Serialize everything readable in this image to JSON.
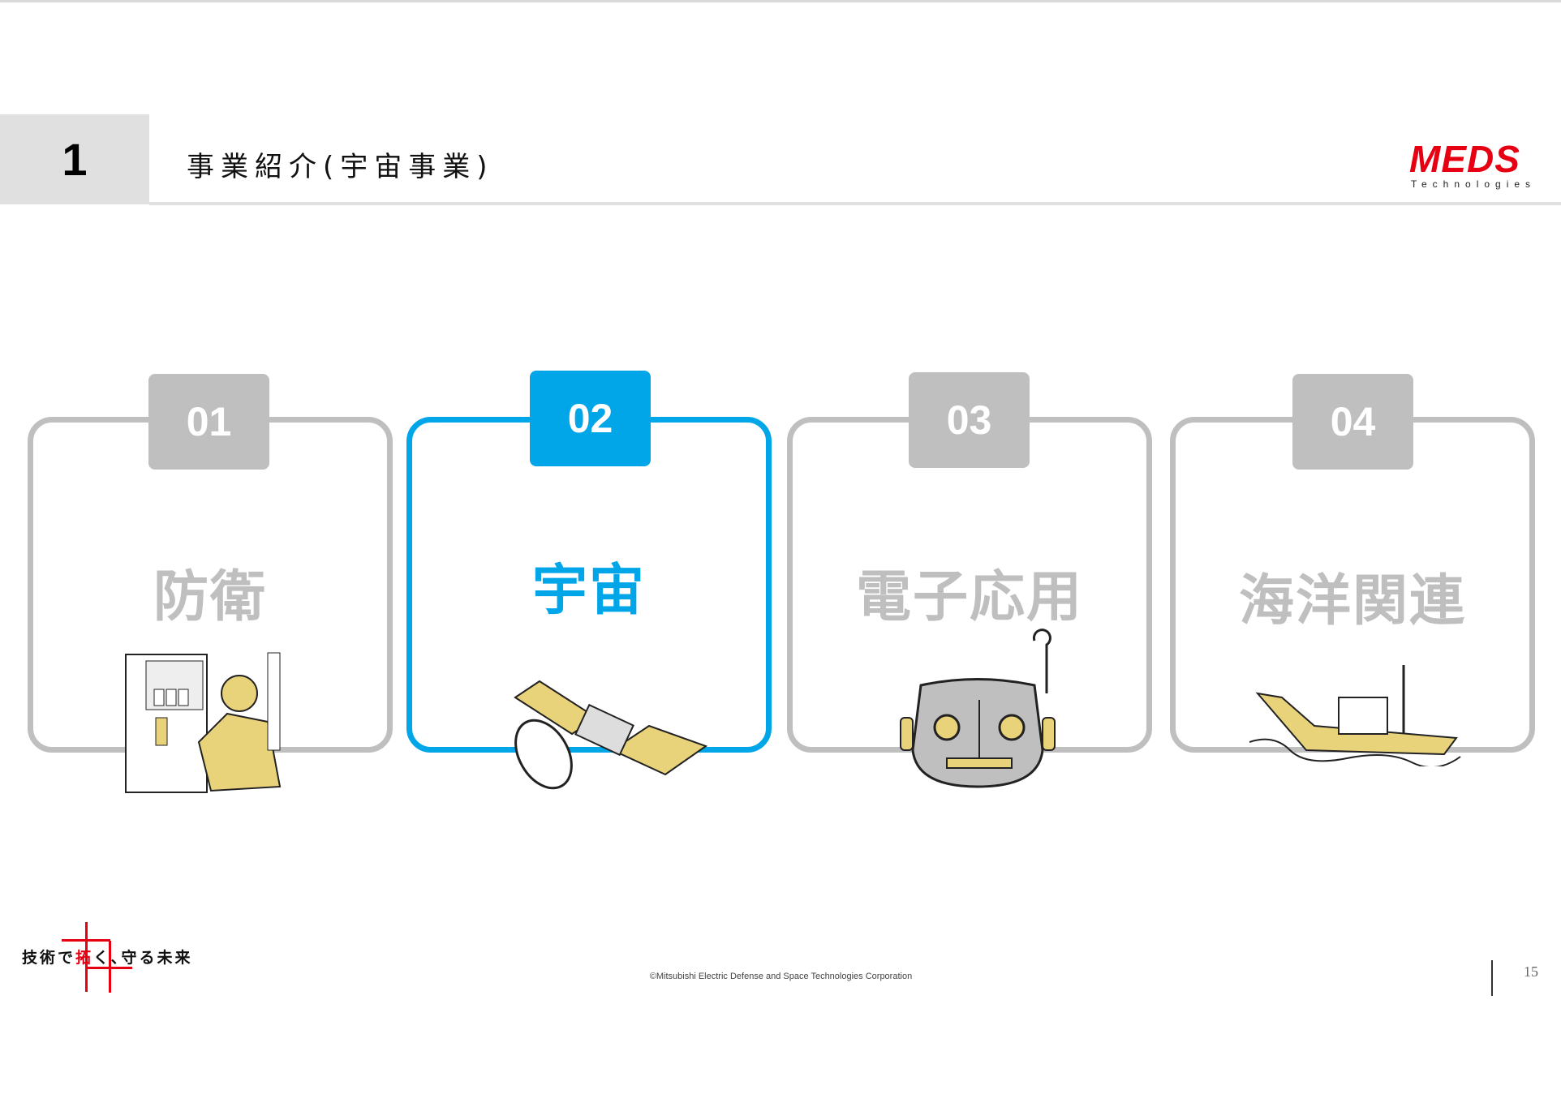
{
  "header": {
    "section_number": "1",
    "title": "事業紹介(宇宙事業)"
  },
  "logo": {
    "brand": "MEDS",
    "sub": "Technologies"
  },
  "cards": [
    {
      "number": "01",
      "label": "防衛",
      "icon": "technician-illustration",
      "active": false
    },
    {
      "number": "02",
      "label": "宇宙",
      "icon": "satellite-illustration",
      "active": true
    },
    {
      "number": "03",
      "label": "電子応用",
      "icon": "robot-illustration",
      "active": false
    },
    {
      "number": "04",
      "label": "海洋関連",
      "icon": "ship-illustration",
      "active": false
    }
  ],
  "footer": {
    "tagline_pre": "技術で",
    "tagline_mark": "拓",
    "tagline_post": "く､守る未来",
    "copyright": "©Mitsubishi Electric Defense and Space Technologies Corporation",
    "page": "15"
  },
  "colors": {
    "accent": "#00a6e8",
    "inactive": "#bfbfbf",
    "brand": "#e60012",
    "illustration": "#e8d37a"
  }
}
